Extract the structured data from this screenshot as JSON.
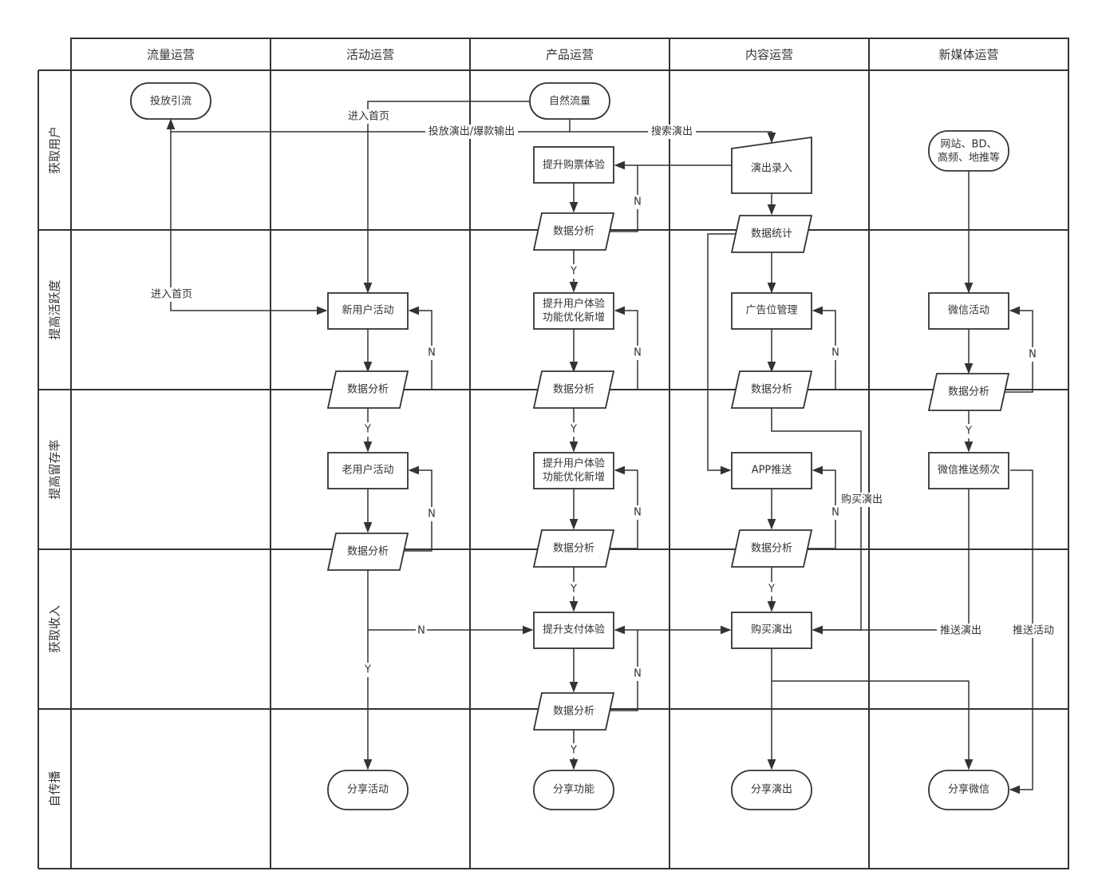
{
  "columns": [
    "流量运营",
    "活动运营",
    "产品运营",
    "内容运营",
    "新媒体运营"
  ],
  "rows": [
    "获取用户",
    "提高活跃度",
    "提高留存率",
    "获取收入",
    "自传播"
  ],
  "nodes": {
    "toufang": "投放引流",
    "ziran": "自然流量",
    "tisheng_goupiao": "提升购票体验",
    "yanchu_luru": "演出录入",
    "wangzhan_1": "网站、BD、",
    "wangzhan_2": "高频、地推等",
    "shuju_fenxi": "数据分析",
    "shuju_tongji": "数据统计",
    "xin_yonghu": "新用户活动",
    "tisheng_ux_1": "提升用户体验",
    "tisheng_ux_2": "功能优化新增",
    "guanggao": "广告位管理",
    "weixin_huodong": "微信活动",
    "lao_yonghu": "老用户活动",
    "app_tuisong": "APP推送",
    "weixin_pinci": "微信推送频次",
    "tisheng_zhifu": "提升支付体验",
    "goumai_yanchu": "购买演出",
    "fenxiang_huodong": "分享活动",
    "fenxiang_gongneng": "分享功能",
    "fenxiang_yanchu": "分享演出",
    "fenxiang_weixin": "分享微信"
  },
  "labels": {
    "jinru_shouye": "进入首页",
    "toufang_baokuan": "投放演出/爆款输出",
    "sousuo": "搜索演出",
    "goumai_yanchu": "购买演出",
    "tuisong_yanchu": "推送演出",
    "tuisong_huodong": "推送活动",
    "yes": "Y",
    "no": "N"
  },
  "colors": {
    "stroke": "#333333",
    "fill": "#ffffff",
    "text": "#333333"
  }
}
